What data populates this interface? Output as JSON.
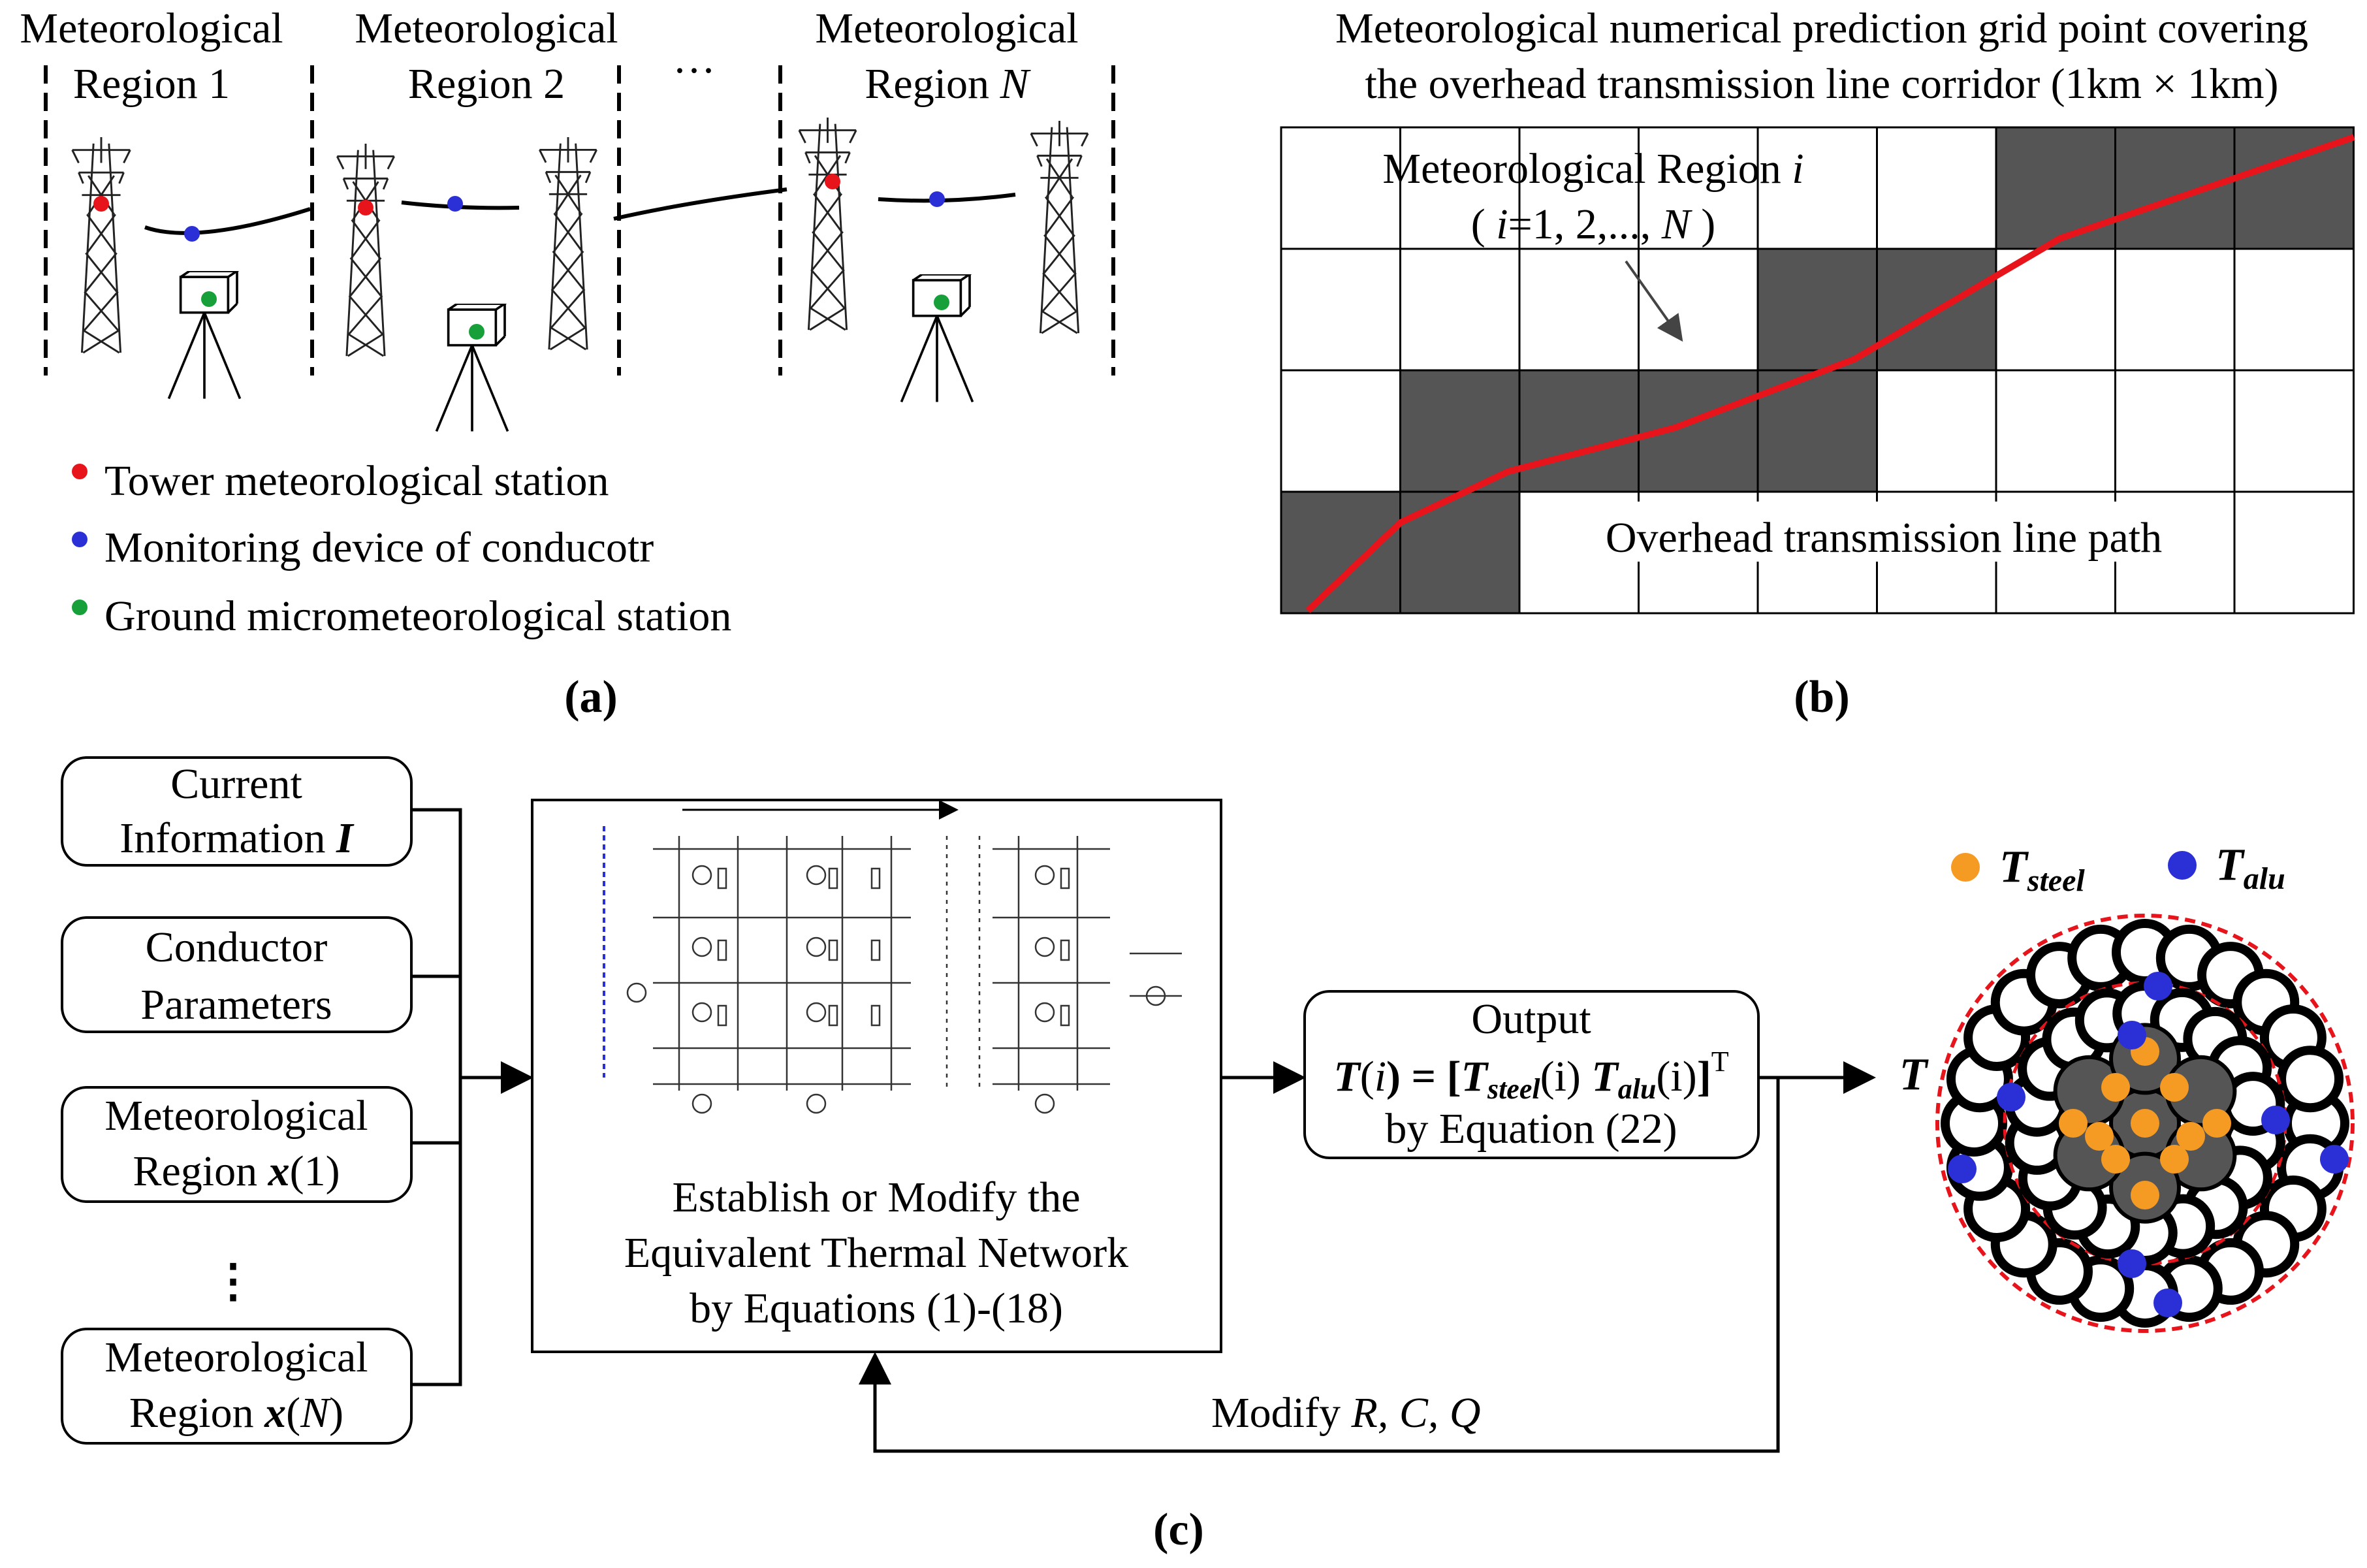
{
  "panel_a": {
    "regions": [
      {
        "line1": "Meteorological",
        "line2": "Region 1"
      },
      {
        "line1": "Meteorological",
        "line2": "Region 2"
      },
      {
        "line1": "Meteorological",
        "line2": "Region ",
        "line2_italic": "N"
      }
    ],
    "ellipsis": "···",
    "legend": [
      {
        "color": "#e8141c",
        "label": "Tower meteorological station"
      },
      {
        "color": "#2b2fd6",
        "label": "Monitoring device of conducotr"
      },
      {
        "color": "#17a03a",
        "label": "Ground micrometeorological station"
      }
    ],
    "caption": "(a)"
  },
  "panel_b": {
    "title_line1": "Meteorological numerical prediction grid point covering",
    "title_line2": "the overhead transmission line corridor (1km × 1km)",
    "region_label_line1": "Meteorological Region ",
    "region_label_line1_italic": "i",
    "region_label_line2_a": "( ",
    "region_label_line2_i": "i",
    "region_label_line2_b": "=1, 2,..., ",
    "region_label_line2_N": "N",
    "region_label_line2_c": " )",
    "path_label": "Overhead transmission line path",
    "caption": "(b)",
    "grid_fill_color": "#555555",
    "path_color": "#e8141c",
    "filled_cells_row_col": [
      [
        0,
        6
      ],
      [
        0,
        7
      ],
      [
        0,
        8
      ],
      [
        1,
        4
      ],
      [
        1,
        5
      ],
      [
        2,
        1
      ],
      [
        2,
        2
      ],
      [
        2,
        3
      ],
      [
        2,
        4
      ],
      [
        3,
        0
      ],
      [
        3,
        1
      ]
    ]
  },
  "panel_c": {
    "inputs": [
      {
        "line1": "Current",
        "line2": "Information ",
        "line2_bold_italic": "I"
      },
      {
        "line1": "Conductor",
        "line2": "Parameters"
      },
      {
        "line1": "Meteorological",
        "line2": "Region ",
        "line2_bold_italic": "x",
        "line2_tail": "(1)"
      },
      {
        "line1": "Meteorological",
        "line2": "Region ",
        "line2_bold_italic": "x",
        "line2_tail": "(",
        "line2_italic": "N",
        "line2_tail2": ")"
      }
    ],
    "vertical_dots": "⋮",
    "network_line1": "Establish or Modify the",
    "network_line2": "Equivalent Thermal Network",
    "network_line3": "by Equations (1)-(18)",
    "output_line1": "Output",
    "output_line3": "by Equation (22)",
    "output_eq": {
      "T": "T",
      "open": "(",
      "i": "i",
      "eq": ") = [",
      "Tsteel": "T",
      "steel_sub": "steel",
      "paren_i": "(i)",
      "Talu": "T",
      "alu_sub": "alu",
      "close": "]",
      "sup": "T"
    },
    "out_T": "T",
    "feedback_label_prefix": "Modify ",
    "feedback_label_vars": "R, C, Q",
    "legend": [
      {
        "color": "#f59a23",
        "symbol": "T",
        "sub": "steel"
      },
      {
        "color": "#2b2fd6",
        "symbol": "T",
        "sub": "alu"
      }
    ],
    "conductor_colors": {
      "steel_core": "#555555",
      "dashed": "#e8141c"
    },
    "caption": "(c)"
  }
}
